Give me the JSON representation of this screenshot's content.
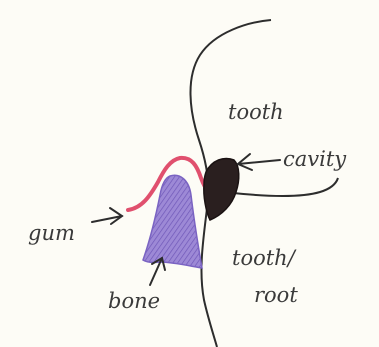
{
  "labels": {
    "tooth": "tooth",
    "cavity": "cavity",
    "gum": "gum",
    "bone": "bone",
    "tooth_root_line1": "tooth/",
    "tooth_root_line2": "root"
  },
  "colors": {
    "paper": "#fdfcf6",
    "ink": "#2d2d2d",
    "gum": "#e0506e",
    "bone": "#8a74c9",
    "cavity": "#2a1f1f"
  }
}
